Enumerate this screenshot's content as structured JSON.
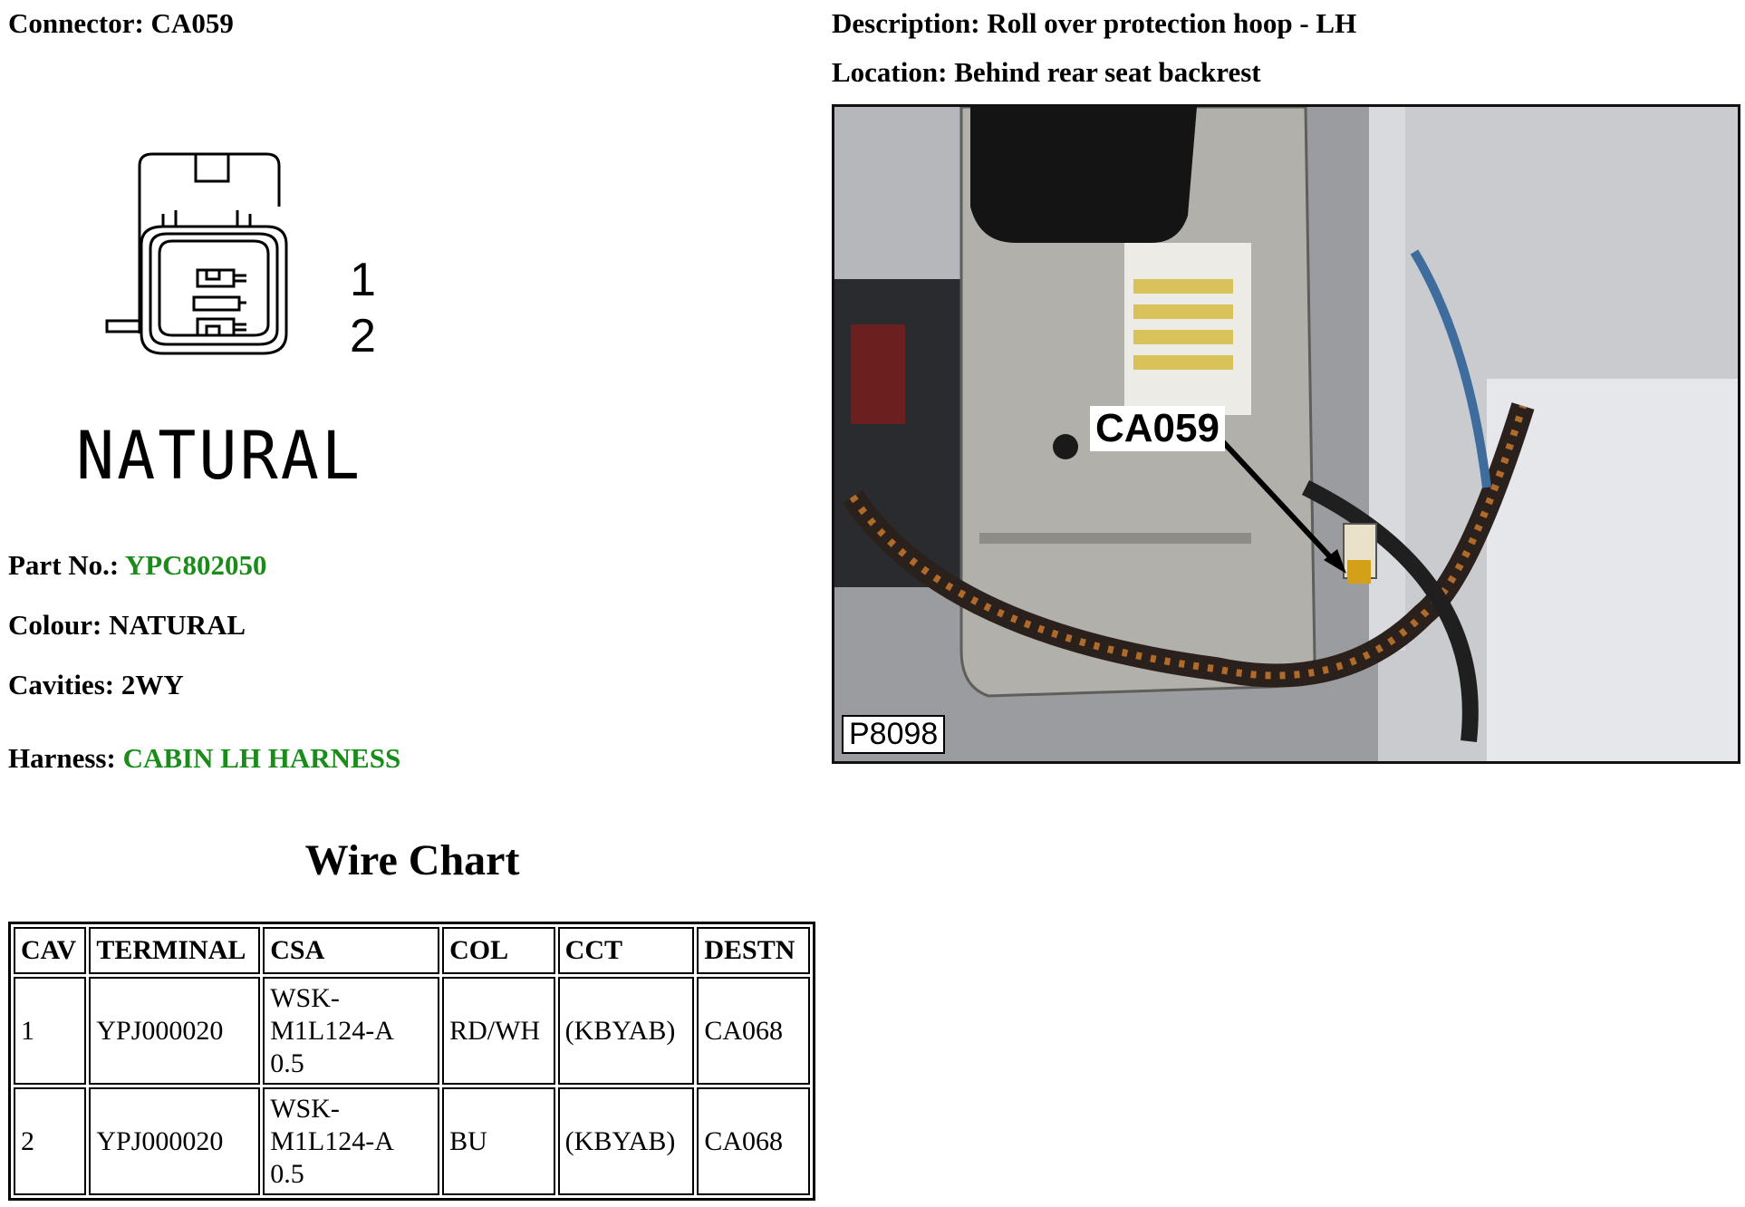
{
  "header": {
    "connector_label": "Connector:",
    "connector_value": "CA059",
    "description_label": "Description:",
    "description_value": "Roll over protection hoop - LH",
    "location_label": "Location:",
    "location_value": "Behind rear seat backrest"
  },
  "diagram": {
    "pin_1": "1",
    "pin_2": "2",
    "caption": "NATURAL"
  },
  "details": {
    "part_no_label": "Part No.:",
    "part_no_value": "YPC802050",
    "colour_label": "Colour:",
    "colour_value": "NATURAL",
    "cavities_label": "Cavities:",
    "cavities_value": "2WY",
    "harness_label": "Harness:",
    "harness_value": "CABIN LH HARNESS"
  },
  "wire_chart": {
    "title": "Wire Chart",
    "headers": [
      "CAV",
      "TERMINAL",
      "CSA",
      "COL",
      "CCT",
      "DESTN"
    ],
    "rows": [
      [
        "1",
        "YPJ000020",
        "WSK-M1L124-A 0.5",
        "RD/WH",
        "(KBYAB)",
        "CA068"
      ],
      [
        "2",
        "YPJ000020",
        "WSK-M1L124-A 0.5",
        "BU",
        "(KBYAB)",
        "CA068"
      ]
    ]
  },
  "photo": {
    "callout": "CA059",
    "reference": "P8098"
  },
  "colors": {
    "link_green": "#1a8c1a"
  }
}
